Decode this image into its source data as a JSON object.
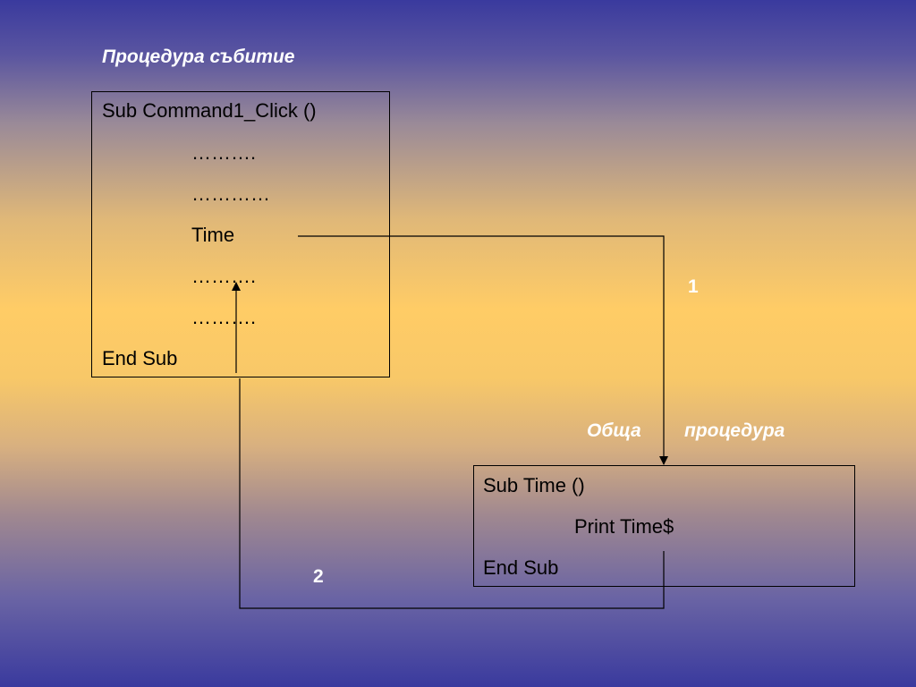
{
  "title": "Процедура събитие",
  "event_procedure": {
    "lines": [
      "Sub Command1_Click ()",
      "……….",
      "…………",
      "Time",
      "……….",
      "……….",
      "End Sub"
    ]
  },
  "general_procedure": {
    "label_word1": "Обща",
    "label_word2": "процедура",
    "lines": [
      "Sub Time ()",
      "Print Time$",
      "End Sub"
    ]
  },
  "flow_labels": {
    "call": "1",
    "return": "2"
  }
}
